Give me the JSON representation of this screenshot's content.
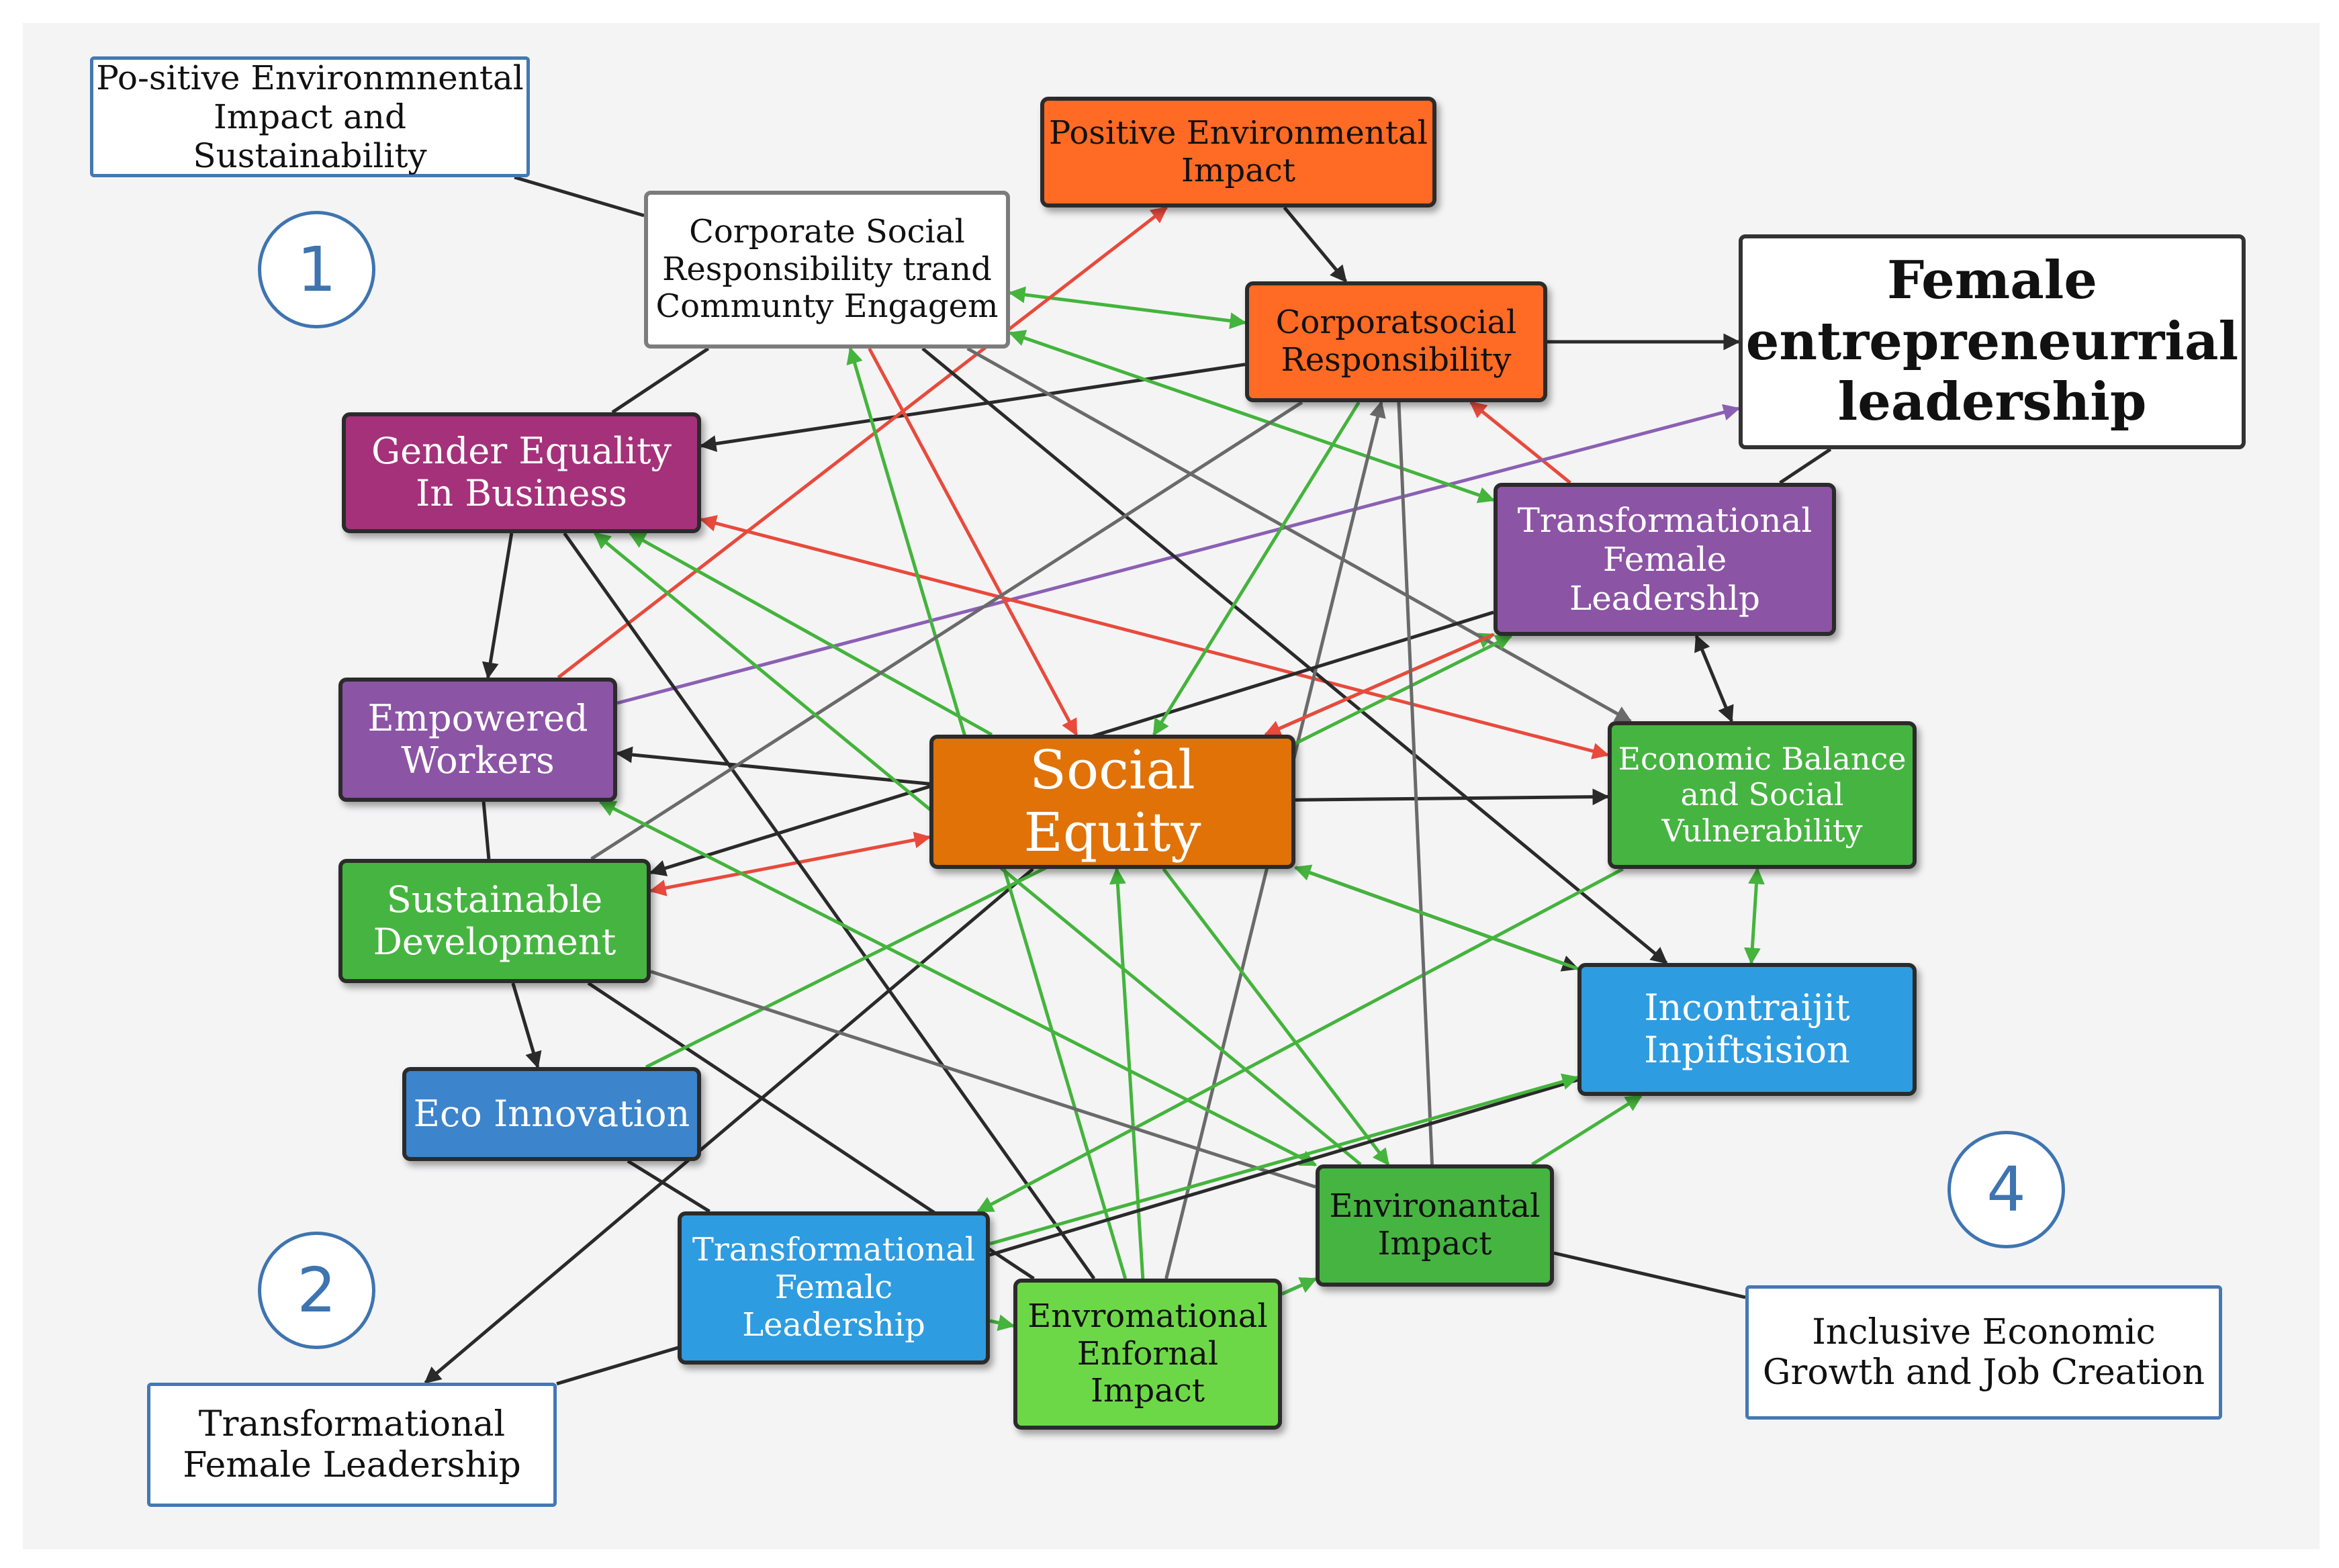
{
  "colors": {
    "orange": "#ff6a24",
    "dark_orange": "#e07208",
    "magenta": "#a5317a",
    "purple": "#8c54a5",
    "green": "#46b441",
    "light_green": "#6dd847",
    "blue": "#2e9ce0",
    "steel_blue": "#3c84cc",
    "arrow_black": "#2a2a2a",
    "arrow_green": "#44b43c",
    "arrow_red": "#e84a3c",
    "arrow_purple": "#8a60b4",
    "arrow_gray": "#6a6a6a"
  },
  "labels": {
    "circle_1": "1",
    "circle_2": "2",
    "circle_4": "4",
    "positive_env_sustainability": "Po-sitive Environmnental\nImpact and Sustainability",
    "positive_env_impact": "Positive Environmental\nImpact",
    "csr_community": "Corporate Social\nResponsibility trand\nCommunty Engagem",
    "corporatsocial": "Corporatsocial\nResponsibility",
    "female_leadership": "Female\nentrepreneurrial\nleadership",
    "gender_equality": "Gender Equality\nIn Business",
    "transformational_right": "Transformational\nFemale\nLeadershlp",
    "empowered_workers": "Empowered\nWorkers",
    "social_equity": "Social Equity",
    "economic_balance": "Economic Balance\nand Social\nVulnerability",
    "sustainable_development": "Sustainable\nDevelopment",
    "incontraijit": "Incontraijit\nInpiftsision",
    "eco_innovation": "Eco Innovation",
    "environantal_impact": "Environantal\nImpact",
    "transformational_bottom": "Transformational\nFemalc\nLeadership",
    "envromational": "Envromational\nEnfornal\nImpact",
    "transformational_box": "Transformational\nFemale Leadership",
    "inclusive_growth": "Inclusive Economic\nGrowth and Job Creation"
  },
  "edges": [
    {
      "from": "positive_env_sustainability",
      "to": "csr_community",
      "color": "arrow_black",
      "head": "none"
    },
    {
      "from": "positive_env_impact",
      "to": "corporatsocial",
      "color": "arrow_black",
      "head": "end"
    },
    {
      "from": "csr_community",
      "to": "corporatsocial",
      "color": "arrow_green",
      "head": "both"
    },
    {
      "from": "corporatsocial",
      "to": "female_leadership",
      "color": "arrow_black",
      "head": "end"
    },
    {
      "from": "csr_community",
      "to": "gender_equality",
      "color": "arrow_black",
      "head": "none"
    },
    {
      "from": "corporatsocial",
      "to": "gender_equality",
      "color": "arrow_black",
      "head": "end"
    },
    {
      "from": "transformational_right",
      "to": "corporatsocial",
      "color": "arrow_red",
      "head": "end"
    },
    {
      "from": "transformational_right",
      "to": "female_leadership",
      "color": "arrow_black",
      "head": "none"
    },
    {
      "from": "empowered_workers",
      "to": "female_leadership",
      "color": "arrow_purple",
      "head": "end"
    },
    {
      "from": "gender_equality",
      "to": "empowered_workers",
      "color": "arrow_black",
      "head": "end"
    },
    {
      "from": "gender_equality",
      "to": "economic_balance",
      "color": "arrow_red",
      "head": "both"
    },
    {
      "from": "empowered_workers",
      "to": "positive_env_impact",
      "color": "arrow_red",
      "head": "end"
    },
    {
      "from": "social_equity",
      "to": "empowered_workers",
      "color": "arrow_black",
      "head": "end"
    },
    {
      "from": "social_equity",
      "to": "gender_equality",
      "color": "arrow_green",
      "head": "end"
    },
    {
      "from": "social_equity",
      "to": "economic_balance",
      "color": "arrow_black",
      "head": "end"
    },
    {
      "from": "social_equity",
      "to": "sustainable_development",
      "color": "arrow_red",
      "head": "both"
    },
    {
      "from": "social_equity",
      "to": "transformational_right",
      "color": "arrow_green",
      "head": "end"
    },
    {
      "from": "social_equity",
      "to": "incontraijit",
      "color": "arrow_black",
      "head": "end"
    },
    {
      "from": "social_equity",
      "to": "transformational_box",
      "color": "arrow_black",
      "head": "end"
    },
    {
      "from": "csr_community",
      "to": "social_equity",
      "color": "arrow_red",
      "head": "end"
    },
    {
      "from": "csr_community",
      "to": "economic_balance",
      "color": "arrow_gray",
      "head": "end"
    },
    {
      "from": "csr_community",
      "to": "incontraijit",
      "color": "arrow_black",
      "head": "end"
    },
    {
      "from": "csr_community",
      "to": "transformational_right",
      "color": "arrow_green",
      "head": "both"
    },
    {
      "from": "envromational",
      "to": "csr_community",
      "color": "arrow_green",
      "head": "end"
    },
    {
      "from": "envromational",
      "to": "social_equity",
      "color": "arrow_green",
      "head": "end"
    },
    {
      "from": "envromational",
      "to": "corporatsocial",
      "color": "arrow_gray",
      "head": "end"
    },
    {
      "from": "envromational",
      "to": "environantal_impact",
      "color": "arrow_black",
      "head": "end"
    },
    {
      "from": "envromational",
      "to": "gender_equality",
      "color": "arrow_black",
      "head": "none"
    },
    {
      "from": "envromational",
      "to": "sustainable_development",
      "color": "arrow_black",
      "head": "none"
    },
    {
      "from": "transformational_right",
      "to": "sustainable_development",
      "color": "arrow_black",
      "head": "end"
    },
    {
      "from": "transformational_right",
      "to": "economic_balance",
      "color": "arrow_black",
      "head": "both"
    },
    {
      "from": "transformational_right",
      "to": "social_equity",
      "color": "arrow_red",
      "head": "end"
    },
    {
      "from": "economic_balance",
      "to": "incontraijit",
      "color": "arrow_green",
      "head": "both"
    },
    {
      "from": "economic_balance",
      "to": "transformational_bottom",
      "color": "arrow_green",
      "head": "end"
    },
    {
      "from": "eco_innovation",
      "to": "transformational_right",
      "color": "arrow_green",
      "head": "end"
    },
    {
      "from": "eco_innovation",
      "to": "transformational_bottom",
      "color": "arrow_black",
      "head": "none"
    },
    {
      "from": "sustainable_development",
      "to": "eco_innovation",
      "color": "arrow_black",
      "head": "end"
    },
    {
      "from": "sustainable_development",
      "to": "environantal_impact",
      "color": "arrow_gray",
      "head": "none"
    },
    {
      "from": "sustainable_development",
      "to": "corporatsocial",
      "color": "arrow_gray",
      "head": "none"
    },
    {
      "from": "empowered_workers",
      "to": "sustainable_development",
      "color": "arrow_black",
      "head": "none"
    },
    {
      "from": "environantal_impact",
      "to": "corporatsocial",
      "color": "arrow_gray",
      "head": "none"
    },
    {
      "from": "environantal_impact",
      "to": "empowered_workers",
      "color": "arrow_green",
      "head": "both"
    },
    {
      "from": "environantal_impact",
      "to": "incontraijit",
      "color": "arrow_green",
      "head": "end"
    },
    {
      "from": "environantal_impact",
      "to": "inclusive_growth",
      "color": "arrow_black",
      "head": "none"
    },
    {
      "from": "environantal_impact",
      "to": "gender_equality",
      "color": "arrow_green",
      "head": "end"
    },
    {
      "from": "social_equity",
      "to": "environantal_impact",
      "color": "arrow_green",
      "head": "end"
    },
    {
      "from": "incontraijit",
      "to": "social_equity",
      "color": "arrow_green",
      "head": "end"
    },
    {
      "from": "incontraijit",
      "to": "transformational_box",
      "color": "arrow_black",
      "head": "none"
    },
    {
      "from": "transformational_bottom",
      "to": "envromational",
      "color": "arrow_green",
      "head": "end"
    },
    {
      "from": "transformational_bottom",
      "to": "incontraijit",
      "color": "arrow_green",
      "head": "end"
    },
    {
      "from": "envromational",
      "to": "environantal_impact",
      "color": "arrow_green",
      "head": "end"
    },
    {
      "from": "corporatsocial",
      "to": "social_equity",
      "color": "arrow_green",
      "head": "end"
    }
  ]
}
